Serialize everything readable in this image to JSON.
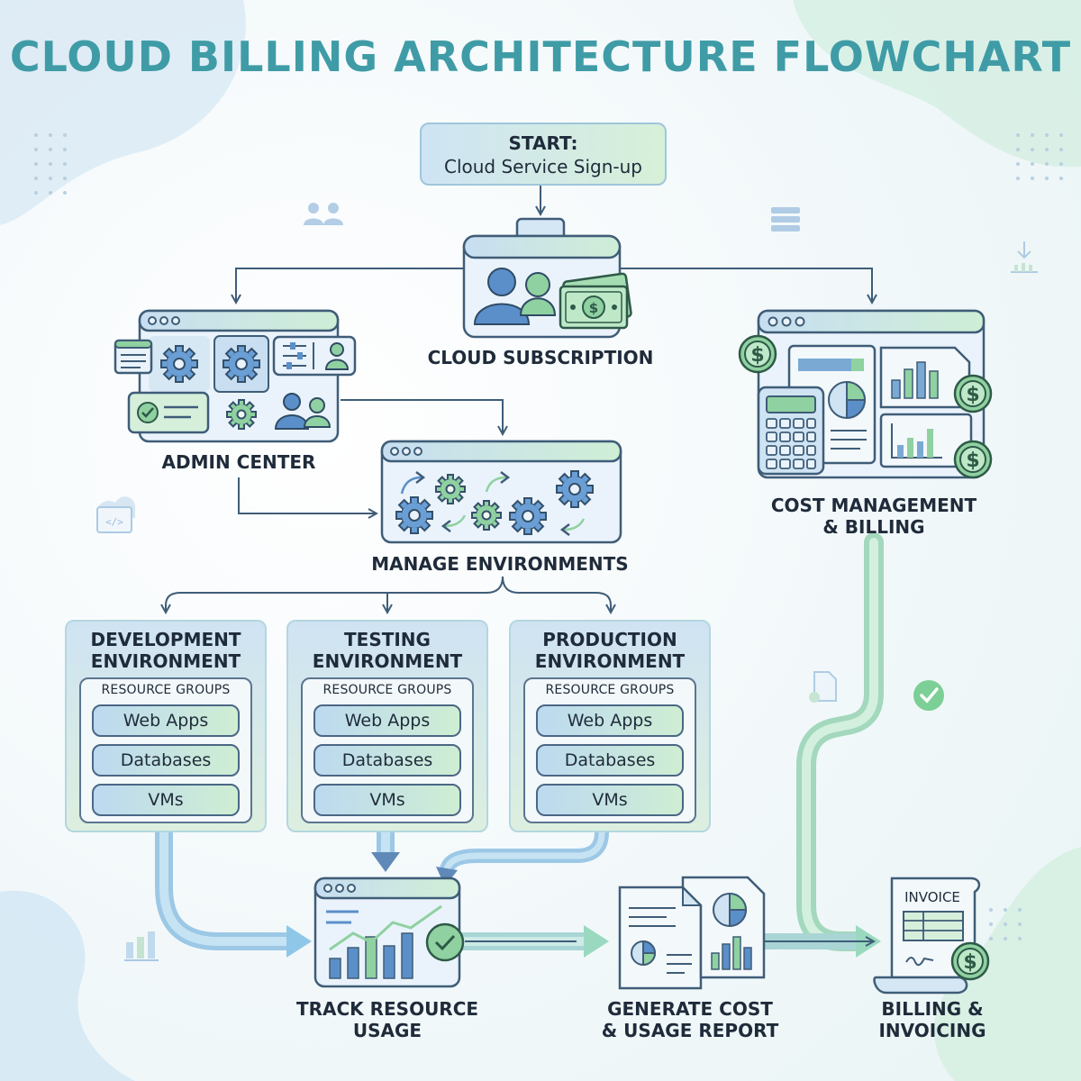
{
  "title": "CLOUD BILLING ARCHITECTURE FLOWCHART",
  "start": {
    "line1": "START:",
    "line2": "Cloud Service Sign-up"
  },
  "nodes": {
    "subscription": "CLOUD SUBSCRIPTION",
    "admin": "ADMIN CENTER",
    "cost_line1": "COST MANAGEMENT",
    "cost_line2": "& BILLING",
    "manage": "MANAGE ENVIRONMENTS",
    "track_line1": "TRACK RESOURCE",
    "track_line2": "USAGE",
    "report_line1": "GENERATE COST",
    "report_line2": "& USAGE REPORT",
    "billing_line1": "BILLING &",
    "billing_line2": "INVOICING",
    "invoice_label": "INVOICE"
  },
  "environments": [
    {
      "title1": "DEVELOPMENT",
      "title2": "ENVIRONMENT",
      "group_label": "RESOURCE GROUPS",
      "items": [
        "Web Apps",
        "Databases",
        "VMs"
      ]
    },
    {
      "title1": "TESTING",
      "title2": "ENVIRONMENT",
      "group_label": "RESOURCE GROUPS",
      "items": [
        "Web Apps",
        "Databases",
        "VMs"
      ]
    },
    {
      "title1": "PRODUCTION",
      "title2": "ENVIRONMENT",
      "group_label": "RESOURCE GROUPS",
      "items": [
        "Web Apps",
        "Databases",
        "VMs"
      ]
    }
  ],
  "icons": {
    "subscription": [
      "users-icon",
      "money-icon"
    ],
    "admin": [
      "list-icon",
      "gear-icon",
      "sliders-icon",
      "user-icon",
      "check-icon",
      "users-icon"
    ],
    "manage": [
      "gear-icon",
      "arrow-icon"
    ],
    "cost": [
      "dollar-icon",
      "calculator-icon",
      "pie-chart-icon",
      "bar-chart-icon"
    ],
    "track": [
      "bar-chart-icon",
      "check-icon"
    ],
    "report": [
      "document-icon",
      "pie-chart-icon",
      "bar-chart-icon"
    ],
    "billing": [
      "invoice-icon",
      "dollar-icon"
    ]
  },
  "colors": {
    "title": "#3f9ca6",
    "outline": "#4a6785",
    "blue": "#5b8fc9",
    "green": "#7ac48c",
    "pipe": "#b9dfe9"
  }
}
